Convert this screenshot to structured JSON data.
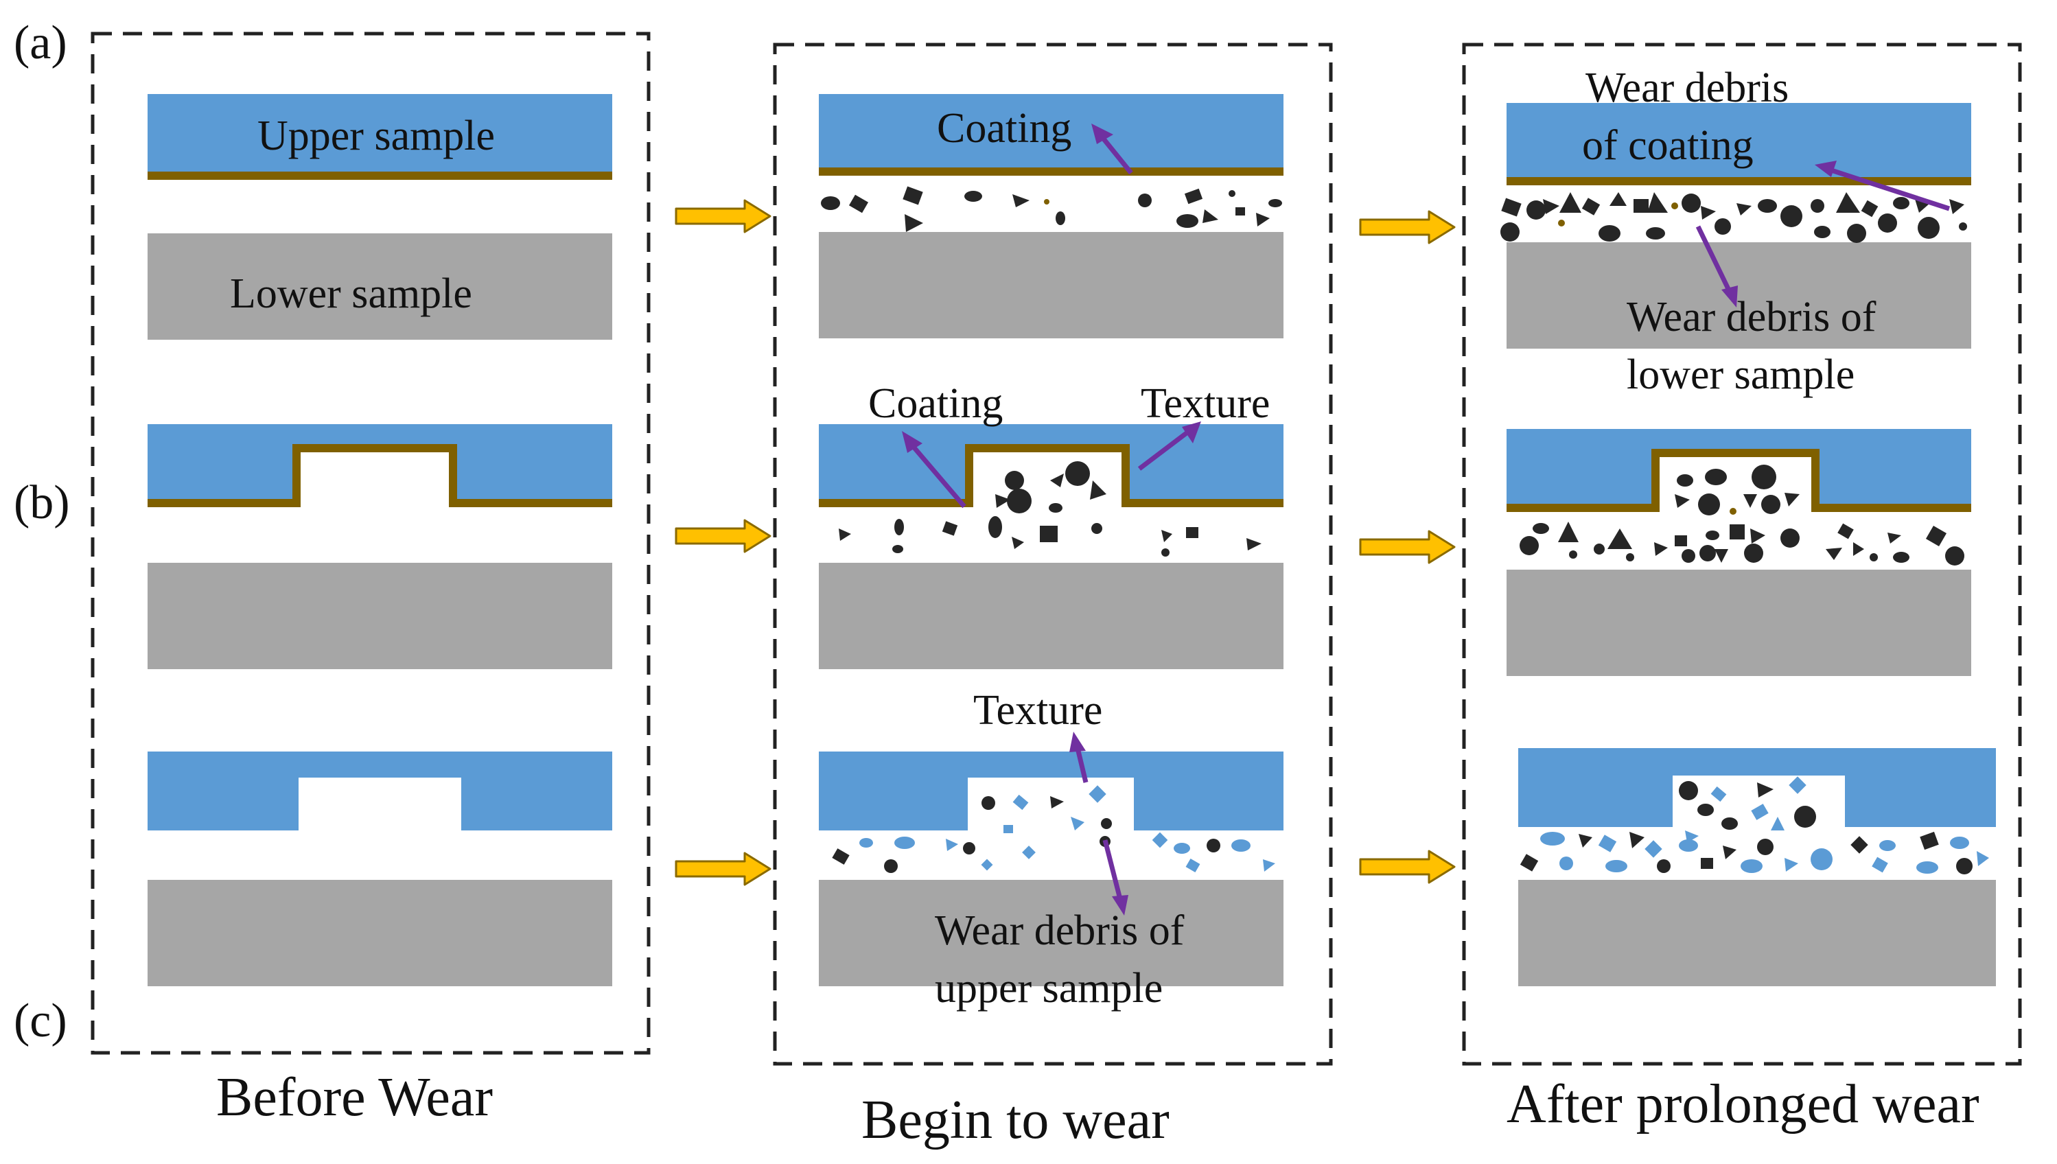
{
  "row_labels": {
    "a": "(a)",
    "b": "(b)",
    "c": "(c)"
  },
  "columns": {
    "before": "Before Wear",
    "begin": "Begin to wear",
    "after": "After prolonged wear"
  },
  "labels": {
    "upper_sample": "Upper sample",
    "lower_sample": "Lower sample",
    "coating_a": "Coating",
    "coating_b": "Coating",
    "texture_b": "Texture",
    "texture_c": "Texture",
    "wear_debris_upper_1": "Wear debris of",
    "wear_debris_upper_2": "upper sample",
    "wear_debris_coating_1": "Wear debris",
    "wear_debris_coating_2": "of coating",
    "wear_debris_lower_1": "Wear debris of",
    "wear_debris_lower_2": "lower sample"
  },
  "colors": {
    "upper": "#5b9bd5",
    "lower": "#a6a6a6",
    "coating": "#7f6000",
    "callout": "#7030a0",
    "flow_arrow": "#ffc000",
    "debris_dark": "#262626",
    "debris_blue": "#5b9bd5",
    "debris_coating": "#7f6000"
  }
}
